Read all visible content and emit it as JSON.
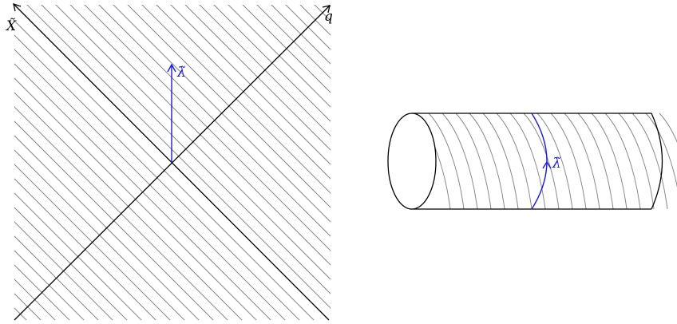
{
  "labels": {
    "x_axis": "q",
    "y_axis": "X̃",
    "flow_plane": "λ̃",
    "flow_cylinder": "λ̃"
  },
  "colors": {
    "axis": "#000000",
    "hatch": "#888888",
    "flow": "#1a1ad6"
  }
}
